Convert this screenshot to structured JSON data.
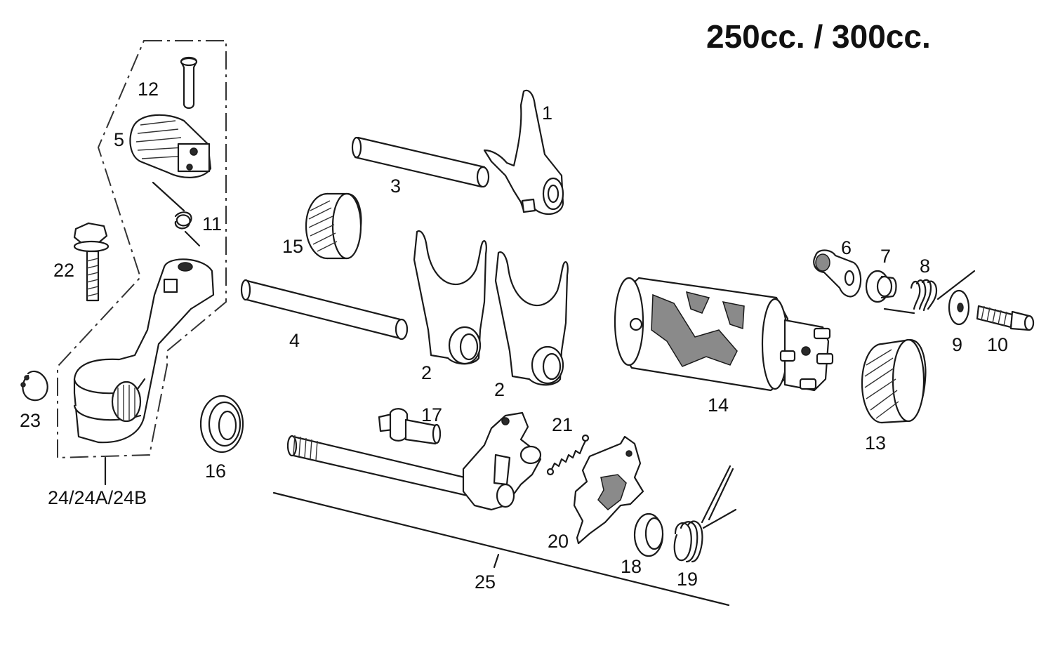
{
  "title": "250cc. / 300cc.",
  "labels": {
    "p1": "1",
    "p2a": "2",
    "p2b": "2",
    "p3": "3",
    "p4": "4",
    "p5": "5",
    "p6": "6",
    "p7": "7",
    "p8": "8",
    "p9": "9",
    "p10": "10",
    "p11": "11",
    "p12": "12",
    "p13": "13",
    "p14": "14",
    "p15": "15",
    "p16": "16",
    "p17": "17",
    "p18": "18",
    "p19": "19",
    "p20": "20",
    "p21": "21",
    "p22": "22",
    "p23": "23",
    "p24": "24/24A/24B",
    "p25": "25"
  }
}
